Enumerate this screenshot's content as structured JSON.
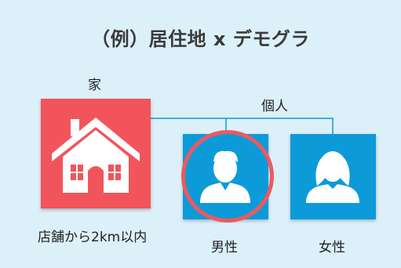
{
  "title": "（例）居住地 x デモグラ",
  "house": {
    "label": "家",
    "caption": "店舗から2km以内",
    "icon": "house-icon",
    "color": "#f2545b"
  },
  "individual": {
    "label": "個人",
    "line_color": "#0d9ad9"
  },
  "male": {
    "label": "男性",
    "icon": "male-person-icon",
    "color": "#0d9ad9",
    "highlight_color": "#ec5a5f"
  },
  "female": {
    "label": "女性",
    "icon": "female-person-icon",
    "color": "#0d9ad9"
  }
}
